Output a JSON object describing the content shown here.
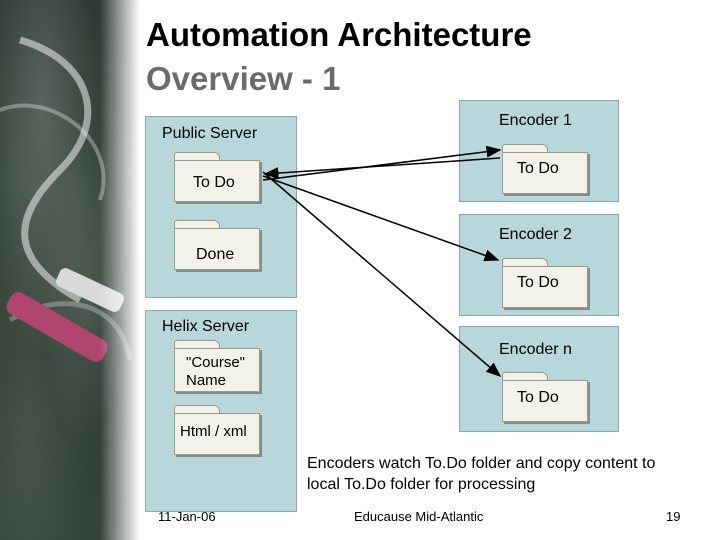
{
  "slide": {
    "title_line1": "Automation Architecture",
    "title_line2": "Overview - 1",
    "note": "Encoders watch To.Do folder and copy content to local To.Do folder for processing",
    "footer_date": "11-Jan-06",
    "footer_center": "Educause Mid-Atlantic",
    "footer_page": "19"
  },
  "public_server": {
    "label": "Public Server",
    "folders": [
      "To Do",
      "Done"
    ]
  },
  "helix_server": {
    "label": "Helix Server",
    "folders": [
      "\"Course\"\nName",
      "Html / xml"
    ]
  },
  "encoders": [
    {
      "label": "Encoder 1",
      "folder": "To Do"
    },
    {
      "label": "Encoder 2",
      "folder": "To Do"
    },
    {
      "label": "Encoder n",
      "folder": "To Do"
    }
  ],
  "colors": {
    "panel": "#b7d7db",
    "folder": "#f2f2e8",
    "title_gray": "#6b6b6b"
  }
}
